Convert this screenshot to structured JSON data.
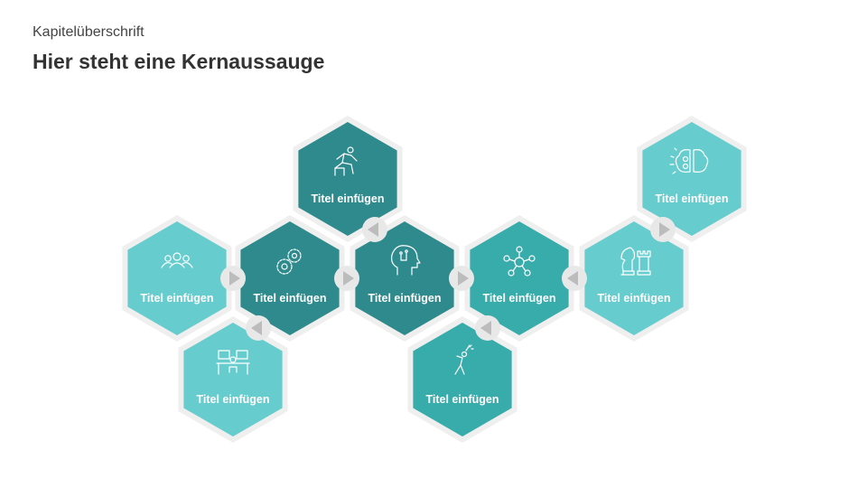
{
  "header": {
    "kicker": "Kapitelüberschrift",
    "title": "Hier steht eine Kernaussauge"
  },
  "colors": {
    "dark": "#2e8a8c",
    "mid": "#38abab",
    "light": "#66cccd",
    "border": "#efefef",
    "arrow_bg": "#e8e8e8",
    "arrow_fg": "#bcbcbc"
  },
  "hexagons": [
    {
      "id": "team",
      "label": "Titel einfügen",
      "icon": "team-icon",
      "tone": "light"
    },
    {
      "id": "gears",
      "label": "Titel einfügen",
      "icon": "gears-icon",
      "tone": "dark"
    },
    {
      "id": "hurdle",
      "label": "Titel einfügen",
      "icon": "hurdle-runner-icon",
      "tone": "dark"
    },
    {
      "id": "head",
      "label": "Titel einfügen",
      "icon": "ai-head-icon",
      "tone": "dark"
    },
    {
      "id": "workstation",
      "label": "Titel einfügen",
      "icon": "workstation-icon",
      "tone": "light"
    },
    {
      "id": "network",
      "label": "Titel einfügen",
      "icon": "network-icon",
      "tone": "mid"
    },
    {
      "id": "reach",
      "label": "Titel einfügen",
      "icon": "reaching-person-icon",
      "tone": "mid"
    },
    {
      "id": "chess",
      "label": "Titel einfügen",
      "icon": "chess-icon",
      "tone": "light"
    },
    {
      "id": "brain",
      "label": "Titel einfügen",
      "icon": "brain-icon",
      "tone": "light"
    }
  ],
  "connectors": [
    {
      "direction": "right"
    },
    {
      "direction": "right"
    },
    {
      "direction": "right"
    },
    {
      "direction": "left"
    },
    {
      "direction": "left"
    },
    {
      "direction": "left"
    },
    {
      "direction": "left"
    },
    {
      "direction": "right"
    }
  ]
}
